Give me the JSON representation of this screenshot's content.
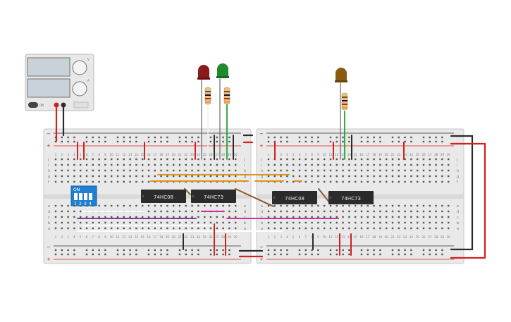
{
  "power_supply": {
    "dial_labels": [
      "V",
      "A"
    ],
    "on_label": "ON"
  },
  "breadboards": [
    {
      "id": "left",
      "column_numbers": [
        "1",
        "2",
        "3",
        "4",
        "5",
        "6",
        "7",
        "8",
        "9",
        "10",
        "11",
        "12",
        "13",
        "14",
        "15",
        "16",
        "17",
        "18",
        "19",
        "20",
        "21",
        "22",
        "23",
        "24",
        "25",
        "26",
        "27",
        "28",
        "29",
        "30"
      ],
      "rows_top": [
        "j",
        "i",
        "h",
        "g",
        "f"
      ],
      "rows_bottom": [
        "e",
        "d",
        "c",
        "b",
        "a"
      ],
      "rail_minus": "−",
      "rail_plus": "+"
    },
    {
      "id": "right",
      "column_numbers": [
        "1",
        "2",
        "3",
        "4",
        "5",
        "6",
        "7",
        "8",
        "9",
        "10",
        "11",
        "12",
        "13",
        "14",
        "15",
        "16",
        "17",
        "18",
        "19",
        "20",
        "21",
        "22",
        "23",
        "24",
        "25",
        "26",
        "27",
        "28",
        "29",
        "30"
      ],
      "rows_top": [
        "j",
        "i",
        "h",
        "g",
        "f"
      ],
      "rows_bottom": [
        "e",
        "d",
        "c",
        "b",
        "a"
      ],
      "rail_minus": "−",
      "rail_plus": "+"
    }
  ],
  "chips": [
    {
      "name": "chip-74hc08-left",
      "label": "74HC08"
    },
    {
      "name": "chip-74hc73-left",
      "label": "74HC73"
    },
    {
      "name": "chip-74hc08-right",
      "label": "74HC08"
    },
    {
      "name": "chip-74hc73-right",
      "label": "74HC73"
    }
  ],
  "dip_switch": {
    "on_label": "ON",
    "numbers": [
      "1",
      "2",
      "3",
      "4"
    ]
  },
  "leds": [
    {
      "name": "led-red",
      "color": "#8b1a1a"
    },
    {
      "name": "led-green",
      "color": "#1f8a2e"
    },
    {
      "name": "led-brown",
      "color": "#8a5a12"
    }
  ],
  "colors": {
    "wire_red": "#d42020",
    "wire_black": "#2a2a2a",
    "wire_orange": "#e0901a",
    "wire_purple": "#7a3aa8",
    "wire_magenta": "#c8349a",
    "wire_green": "#22a033",
    "wire_brown": "#8a5a2a",
    "breadboard": "#e9e9e9",
    "chip": "#2b2b2b",
    "dip": "#1f7fd0"
  }
}
